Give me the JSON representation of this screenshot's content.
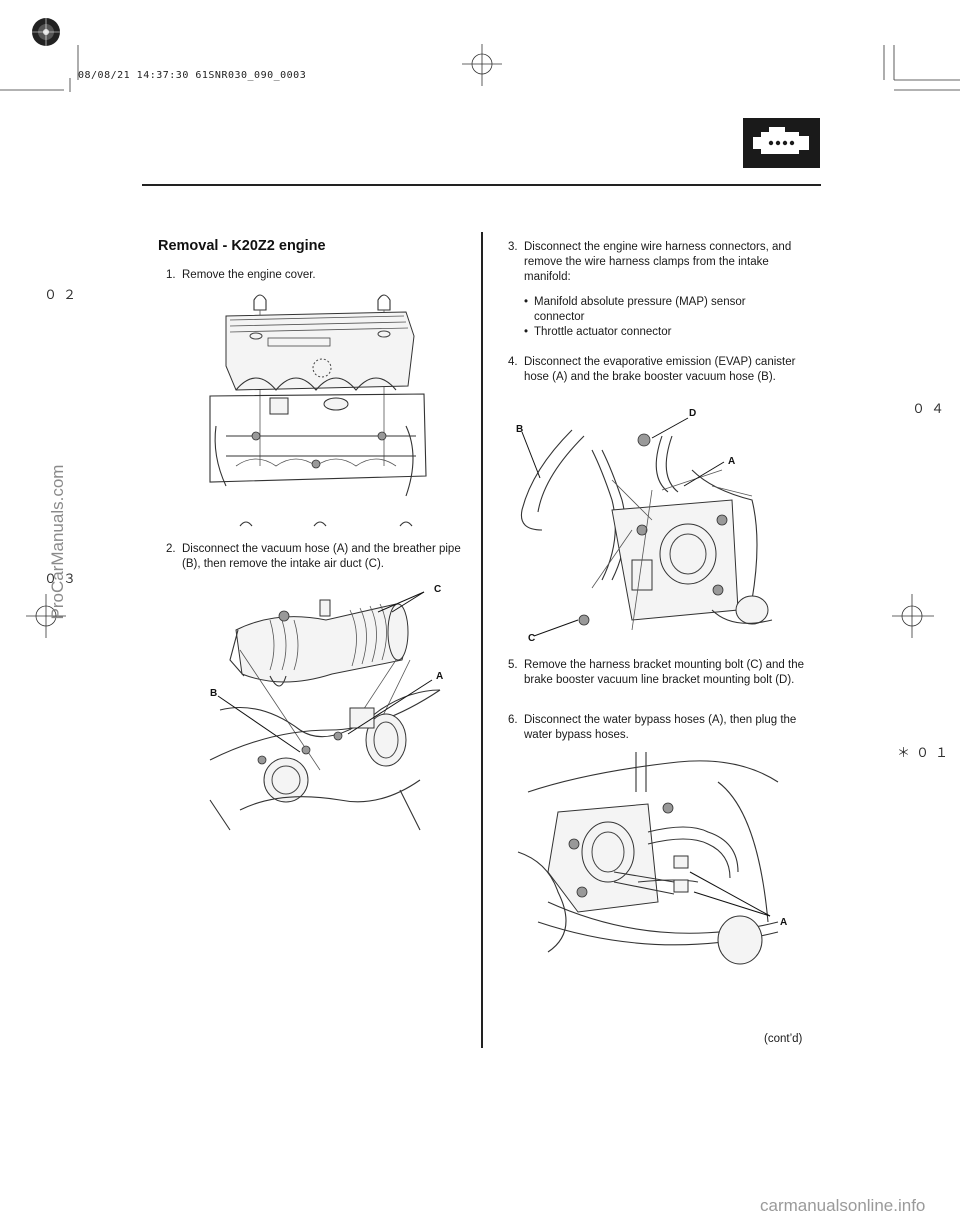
{
  "header": {
    "timestamp": "08/08/21 14:37:30 61SNR030_090_0003",
    "engine_icon": "engine-section-icon"
  },
  "margin_marks": {
    "left_top": "０２",
    "left_bottom": "０３",
    "right_top": "０４",
    "right_bottom": "＊０１"
  },
  "section": {
    "title": "Removal - K20Z2 engine"
  },
  "steps": [
    {
      "num": "1.",
      "text": "Remove the engine cover."
    },
    {
      "num": "2.",
      "text": "Disconnect the vacuum hose (A) and the breather pipe (B), then remove the intake air duct (C)."
    },
    {
      "num": "3.",
      "text": "Disconnect the engine wire harness connectors, and remove the wire harness clamps from the intake manifold:"
    },
    {
      "num": "4.",
      "text": "Disconnect the evaporative emission (EVAP) canister hose (A) and the brake booster vacuum hose (B)."
    },
    {
      "num": "5.",
      "text": "Remove the harness bracket mounting bolt (C) and the brake booster vacuum line bracket mounting bolt (D)."
    },
    {
      "num": "6.",
      "text": "Disconnect the water bypass hoses (A), then plug the water bypass hoses."
    }
  ],
  "bullets": [
    "Manifold absolute pressure (MAP) sensor connector",
    "Throttle actuator connector"
  ],
  "figure2_callouts": {
    "c": "C",
    "a": "A",
    "b": "B"
  },
  "figure4_callouts": {
    "b": "B",
    "d": "D",
    "a": "A",
    "c": "C"
  },
  "figure6_callouts": {
    "a": "A"
  },
  "footer": {
    "contd": "(cont’d)",
    "left_watermark": "ProCarManuals.com",
    "bottom_watermark": "carmanualsonline.info"
  }
}
